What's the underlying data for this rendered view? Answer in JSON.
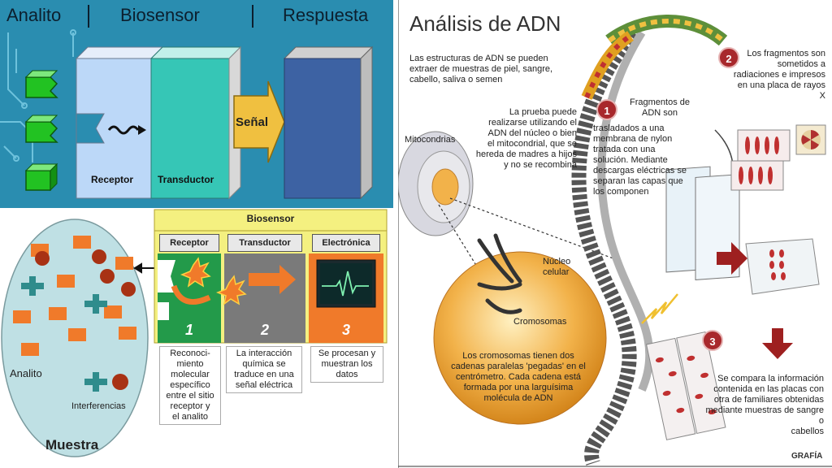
{
  "biosensor_panel": {
    "headers": [
      "Analito",
      "Biosensor",
      "Respuesta"
    ],
    "labels": {
      "receptor": "Receptor",
      "transductor": "Transductor",
      "senal": "Señal"
    },
    "colors": {
      "background": "#2a8db0",
      "receptor": "#bcd8f8",
      "transductor": "#36c6b6",
      "response": "#3d62a3",
      "analyte": "#22c222"
    }
  },
  "schematic": {
    "biosensor_title": "Biosensor",
    "steps": [
      {
        "label": "Receptor",
        "number": "1",
        "desc": [
          "Reconoci-",
          "miento",
          "molecular",
          "específico",
          "entre el sitio",
          "receptor y",
          "el analito"
        ]
      },
      {
        "label": "Transductor",
        "number": "2",
        "desc": [
          "La interacción",
          "química se",
          "traduce en una",
          "señal eléctrica"
        ]
      },
      {
        "label": "Electrónica",
        "number": "3",
        "desc": [
          "Se procesan y",
          "muestran los",
          "datos"
        ]
      }
    ],
    "sample": {
      "analito": "Analito",
      "interferencias": "Interferencias",
      "muestra": "Muestra"
    },
    "colors": {
      "sample": "#bfe0e4",
      "orange": "#f07a2a",
      "teal": "#2f8c8c",
      "brown": "#a83214",
      "green": "#239a4a",
      "gray": "#7a7a7a"
    }
  },
  "dna": {
    "title": "Análisis de ADN",
    "intro": [
      "Las estructuras de ADN se pueden",
      "extraer de muestras de piel, sangre,",
      "cabello, saliva o semen"
    ],
    "prueba": [
      "La prueba puede",
      "realizarse utilizando el",
      "ADN del núcleo o bien",
      "el mitocondrial, que se",
      "hereda de madres a hijos",
      "y no se recombina"
    ],
    "mitocondrias": "Mitocondrias",
    "nucleo": [
      "Núcleo",
      "celular"
    ],
    "cromosomas": "Cromosomas",
    "cromosomas_text": [
      "Los cromosomas tienen dos",
      "cadenas paralelas 'pegadas' en el",
      "centrómetro. Cada cadena está",
      "formada por una larguísima",
      "molécula de ADN"
    ],
    "step1_num": "1",
    "step1_title": [
      "Fragmentos de",
      "ADN son"
    ],
    "step1_text": [
      "trasladados a una",
      "membrana de nylon",
      "tratada con una",
      "solución. Mediante",
      "descargas eléctricas se",
      "separan las capas que",
      "los componen"
    ],
    "step2_num": "2",
    "step2_text": [
      "Los fragmentos son",
      "sometidos a",
      "radiaciones e impresos",
      "en una placa de rayos X"
    ],
    "step3_num": "3",
    "step3_text": [
      "Se compara la información",
      "contenida en las placas con",
      "otra de familiares obtenidas",
      "mediante muestras de sangre o",
      "cabellos"
    ],
    "credit": "GRAFÍA",
    "colors": {
      "badge": "#a8282c",
      "nucleus": "#f2b24a",
      "band": "#c03030"
    }
  }
}
